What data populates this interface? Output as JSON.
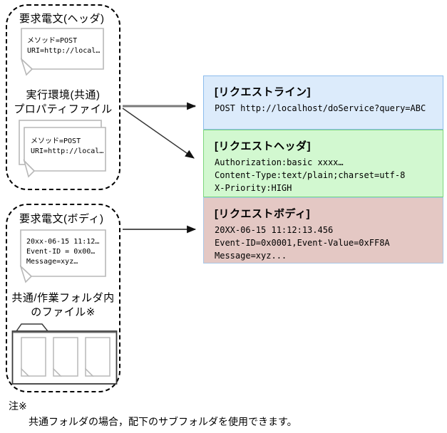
{
  "left": {
    "header_group": {
      "title": "要求電文(ヘッダ)",
      "doc_lines": [
        "メソッド=POST",
        "URI=http://local…"
      ],
      "props_title_line1": "実行環境(共通)",
      "props_title_line2": "プロパティファイル",
      "props_doc_lines": [
        "メソッド=POST",
        "URI=http://local…"
      ]
    },
    "body_group": {
      "title": "要求電文(ボディ)",
      "doc_lines": [
        "20xx-06-15 11:12…",
        "Event-ID = 0x00…",
        "Message=xyz…"
      ],
      "folder_title_line1": "共通/作業フォルダ内",
      "folder_title_line2": "のファイル※"
    }
  },
  "right": {
    "request_line": {
      "title": "[リクエストライン]",
      "lines": [
        "POST http://localhost/doService?query=ABC"
      ],
      "bg": "#dcebfb",
      "border": "#8cbcec"
    },
    "request_header": {
      "title": "[リクエストヘッダ]",
      "lines": [
        "Authorization:basic xxxx…",
        "Content-Type:text/plain;charset=utf-8",
        "X-Priority:HIGH"
      ],
      "bg": "#d2f8d0",
      "border": "#7cd67c"
    },
    "request_body": {
      "title": "[リクエストボディ]",
      "lines": [
        "20XX-06-15 11:12:13.456",
        "Event-ID=0x0001,Event-Value=0xFF8A",
        "Message=xyz..."
      ],
      "bg": "#e4c8c4",
      "border": "#a9c7e6"
    }
  },
  "note": {
    "marker": "注※",
    "text": "共通フォルダの場合，配下のサブフォルダを使用できます。"
  },
  "icons": {
    "document": "page-with-folded-corner-icon",
    "stacked_documents": "stacked-pages-icon",
    "folder": "folder-with-files-icon",
    "arrow": "right-arrow"
  },
  "colors": {
    "arrow_thick_shaft": "#7a7a7a",
    "arrow_thin": "#1a1a1a",
    "doc_border": "#b8b8b8",
    "folder_border": "#3a3a3a"
  }
}
